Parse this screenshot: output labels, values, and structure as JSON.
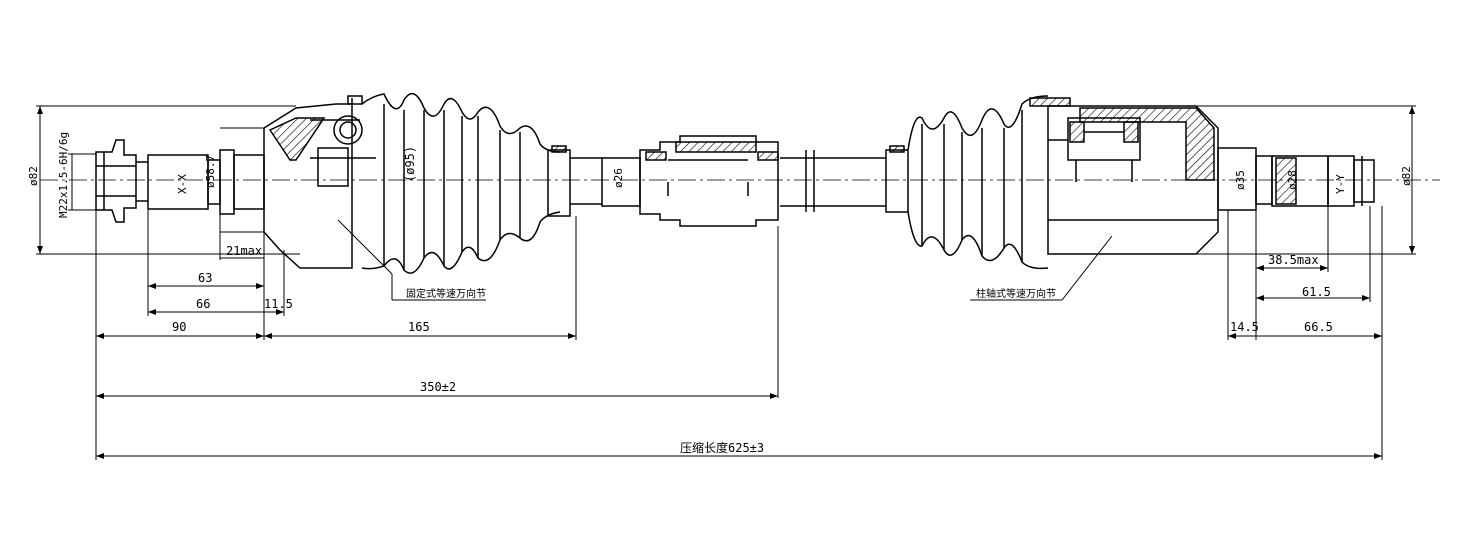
{
  "labels": {
    "phi82_left": "ø82",
    "thread": "M22x1.5-6H/6g",
    "section_xx": "X-X",
    "phi58_7": "ø58.7",
    "phi95": "(ø95)",
    "phi26": "ø26",
    "phi35": "ø35",
    "phi28": "ø28",
    "section_yy": "Y-Y",
    "phi82_right": "ø82",
    "d21max": "21max",
    "d63": "63",
    "d66": "66",
    "d11_5": "11.5",
    "d90": "90",
    "d165": "165",
    "d350": "350±2",
    "d625": "压缩长度625±3",
    "d38_5max": "38.5max",
    "d61_5": "61.5",
    "d14_5": "14.5",
    "d66_5": "66.5",
    "fixed_joint": "固定式等速万向节",
    "plunge_joint": "柱轴式等速万向节"
  },
  "colors": {
    "line": "#000000",
    "center": "#555555"
  }
}
